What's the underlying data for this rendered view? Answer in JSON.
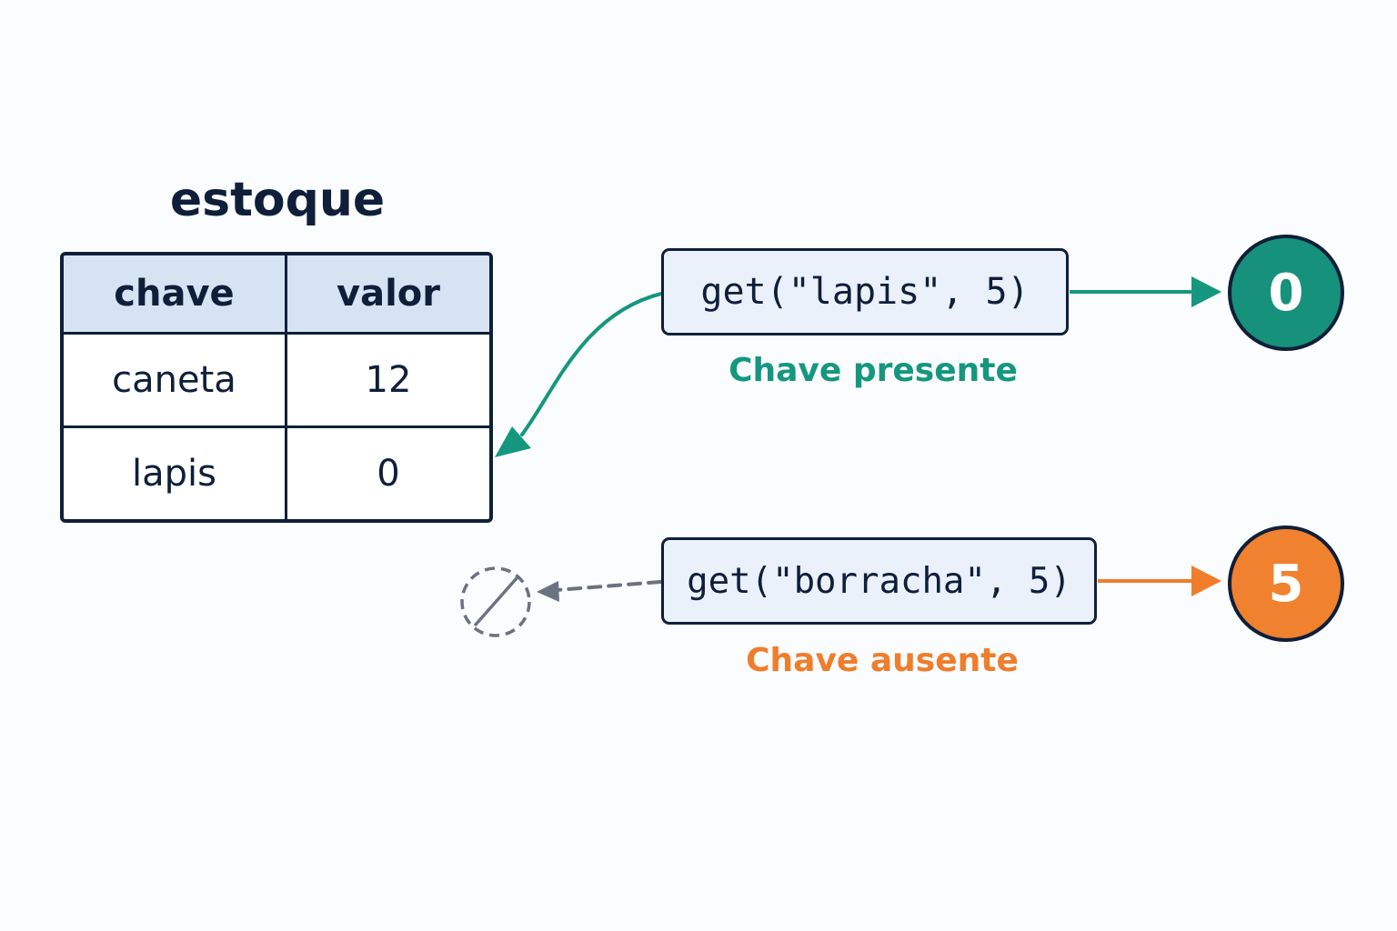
{
  "title": "estoque",
  "table": {
    "headers": [
      "chave",
      "valor"
    ],
    "rows": [
      {
        "chave": "caneta",
        "valor": "12"
      },
      {
        "chave": "lapis",
        "valor": "0"
      }
    ]
  },
  "calls": [
    {
      "code": "get(\"lapis\", 5)",
      "caption": "Chave presente",
      "result": "0",
      "color": "#15977f"
    },
    {
      "code": "get(\"borracha\", 5)",
      "caption": "Chave ausente",
      "result": "5",
      "color": "#ef7d2c"
    }
  ],
  "colors": {
    "ink": "#0f1f3a",
    "header_fill": "#d6e3f3",
    "code_fill": "#eaf1fb",
    "present": "#15977f",
    "absent": "#ef7d2c",
    "missing": "#6b7280"
  },
  "icons": {
    "missing_key": "null-set-icon"
  }
}
